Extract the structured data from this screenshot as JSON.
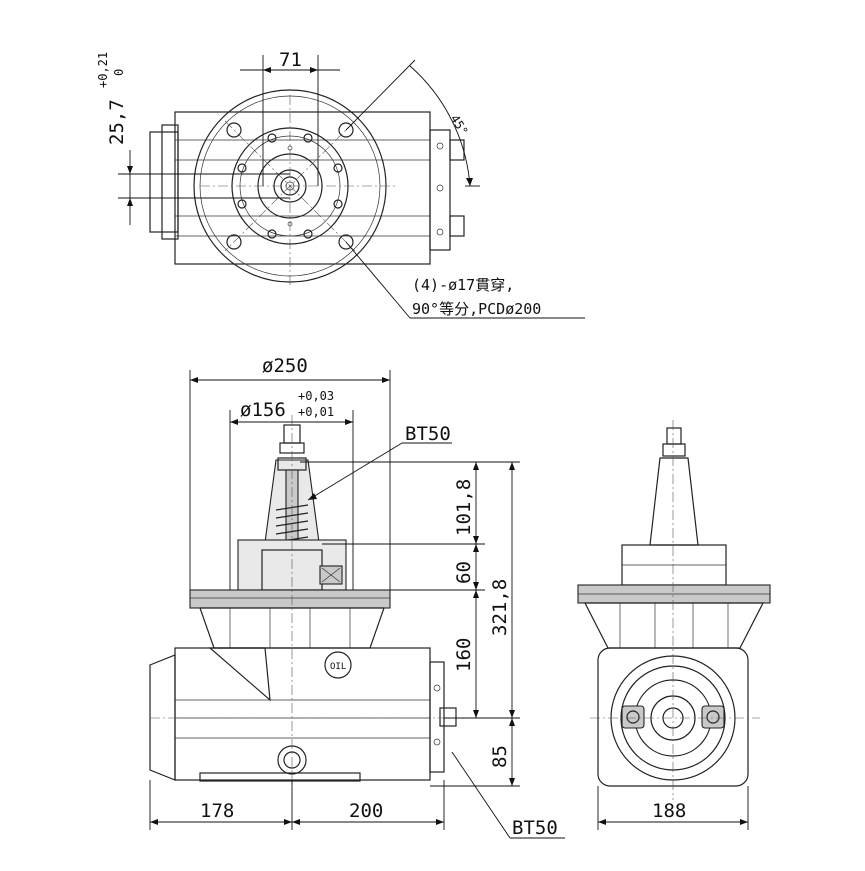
{
  "top_view": {
    "dim_71": "71",
    "dim_257": "25,7",
    "tol_upper": "+0,21",
    "tol_lower": "0",
    "angle_45": "45°",
    "note_line1": "(4)-ø17貫穿,",
    "note_line2": "90°等分,PCDø200"
  },
  "front_view": {
    "dia_250": "ø250",
    "dia_156": "ø156",
    "tol_156_upper": "+0,03",
    "tol_156_lower": "+0,01",
    "label_bt50_top": "BT50",
    "dim_1018": "101,8",
    "dim_60": "60",
    "dim_3218": "321,8",
    "dim_160": "160",
    "dim_85": "85",
    "dim_178": "178",
    "dim_200": "200",
    "label_bt50_bottom": "BT50",
    "oil_label": "OIL"
  },
  "side_view": {
    "dim_188": "188"
  }
}
